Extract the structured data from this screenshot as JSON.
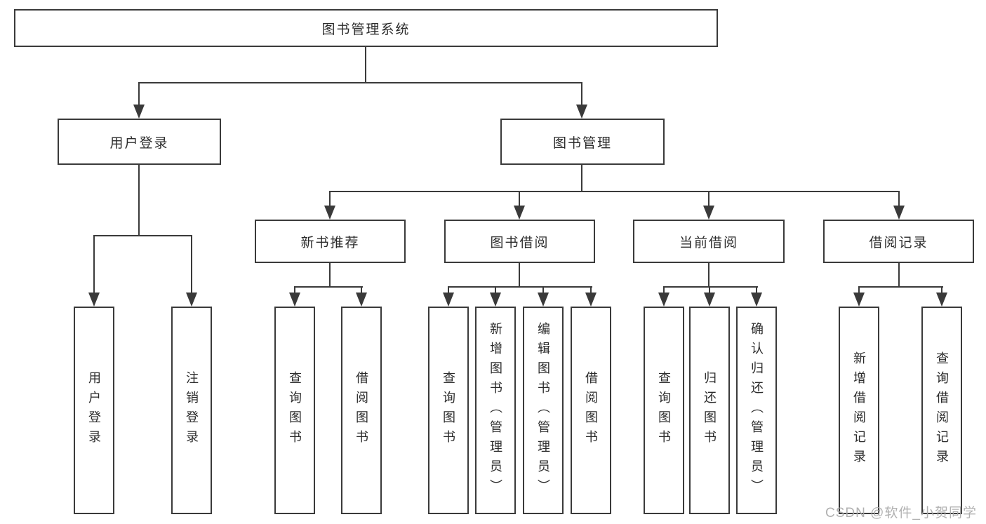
{
  "colors": {
    "line": "#3a3a3a",
    "text": "#2b2b2b",
    "background": "#ffffff",
    "watermark": "#a9a9a9"
  },
  "tree": {
    "root": {
      "label": "图书管理系统"
    },
    "branches": [
      {
        "label": "用户登录",
        "children": [
          {
            "label": "用户登录"
          },
          {
            "label": "注销登录"
          }
        ]
      },
      {
        "label": "图书管理",
        "children": [
          {
            "label": "新书推荐",
            "children": [
              {
                "label": "查询图书"
              },
              {
                "label": "借阅图书"
              }
            ]
          },
          {
            "label": "图书借阅",
            "children": [
              {
                "label": "查询图书"
              },
              {
                "label": "新增图书（管理员）"
              },
              {
                "label": "编辑图书（管理员）"
              },
              {
                "label": "借阅图书"
              }
            ]
          },
          {
            "label": "当前借阅",
            "children": [
              {
                "label": "查询图书"
              },
              {
                "label": "归还图书"
              },
              {
                "label": "确认归还（管理员）"
              }
            ]
          },
          {
            "label": "借阅记录",
            "children": [
              {
                "label": "新增借阅记录"
              },
              {
                "label": "查询借阅记录"
              }
            ]
          }
        ]
      }
    ]
  },
  "watermark": {
    "text": "CSDN @软件_小贺同学"
  }
}
